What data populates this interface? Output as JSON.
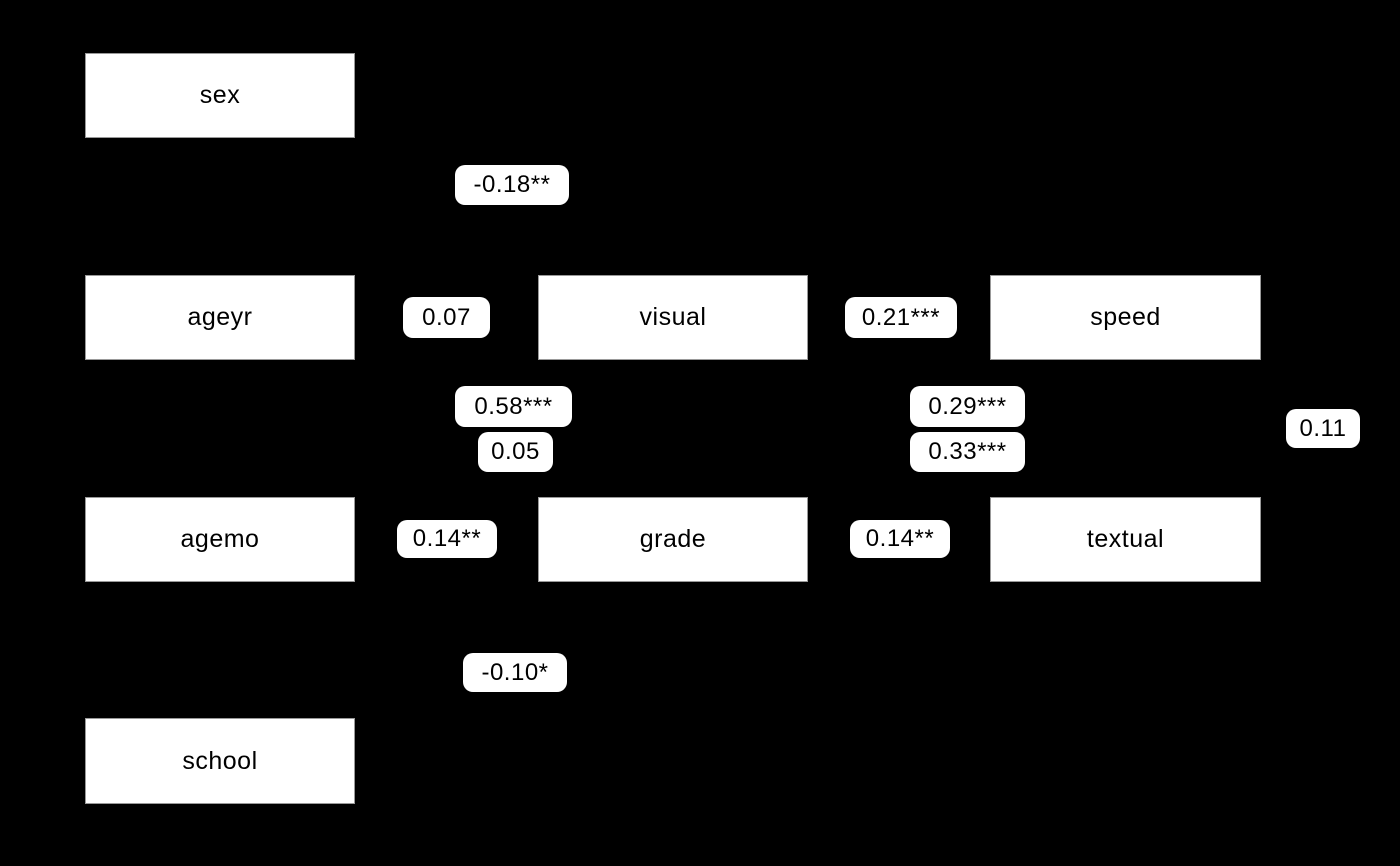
{
  "figure": {
    "type": "sem-path-diagram",
    "background_color": "#000000",
    "node_fill_color": "#ffffff",
    "node_border_color": "#999999",
    "text_color": "#000000"
  },
  "nodes": [
    {
      "label": "sex"
    },
    {
      "label": "ageyr"
    },
    {
      "label": "visual"
    },
    {
      "label": "speed"
    },
    {
      "label": "agemo"
    },
    {
      "label": "grade"
    },
    {
      "label": "textual"
    },
    {
      "label": "school"
    }
  ],
  "edge_labels": [
    {
      "label": "-0.18**"
    },
    {
      "label": "0.07"
    },
    {
      "label": "0.21***"
    },
    {
      "label": "0.58***"
    },
    {
      "label": "0.05"
    },
    {
      "label": "0.29***"
    },
    {
      "label": "0.33***"
    },
    {
      "label": "0.11"
    },
    {
      "label": "0.14**"
    },
    {
      "label": "0.14**"
    },
    {
      "label": "-0.10*"
    }
  ]
}
